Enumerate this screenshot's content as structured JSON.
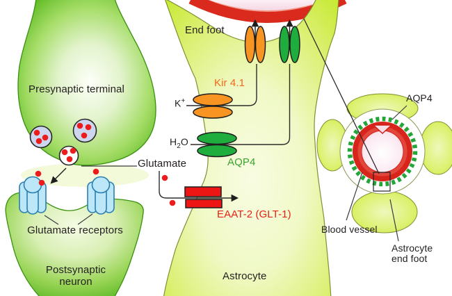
{
  "figure": {
    "type": "biology-diagram",
    "description": "Astrocyte linking a glutamatergic synapse to a blood vessel via end feet"
  },
  "labels": {
    "presynaptic": "Presynaptic terminal",
    "glutamate_receptors": "Glutamate receptors",
    "postsynaptic_line1": "Postsynaptic",
    "postsynaptic_line2": "neuron",
    "end_foot": "End foot",
    "kir": "Kir 4.1",
    "k_base": "K",
    "k_sup": "+",
    "h2o_h": "H",
    "h2o_sub": "2",
    "h2o_o": "O",
    "aqp4": "AQP4",
    "glutamate": "Glutamate",
    "eaat": "EAAT-2 (GLT-1)",
    "astrocyte": "Astrocyte",
    "inset_aqp4": "AQP4",
    "blood_vessel": "Blood vessel",
    "astrocyte_end_foot_line1": "Astrocyte",
    "astrocyte_end_foot_line2": "end foot"
  },
  "colors": {
    "neuron_green": "#48b01a",
    "astrocyte_chartreuse": "#c6e930",
    "vessel_wall_red": "#da2a1d",
    "vessel_lumen_pink": "#f6d7e4",
    "kir_channel_orange": "#f89421",
    "aqp4_channel_green": "#1fae3e",
    "eaat_transporter_red": "#ee1515",
    "receptor_blue": "#bce7f9",
    "vesicle_lavender": "#cdd6ef",
    "glutamate_dot_red": "#ec1c1c",
    "kir_label_orange": "#f4671c",
    "aqp4_label_green": "#3aa32c",
    "eaat_label_red": "#e52015",
    "text_black": "#231f20"
  }
}
